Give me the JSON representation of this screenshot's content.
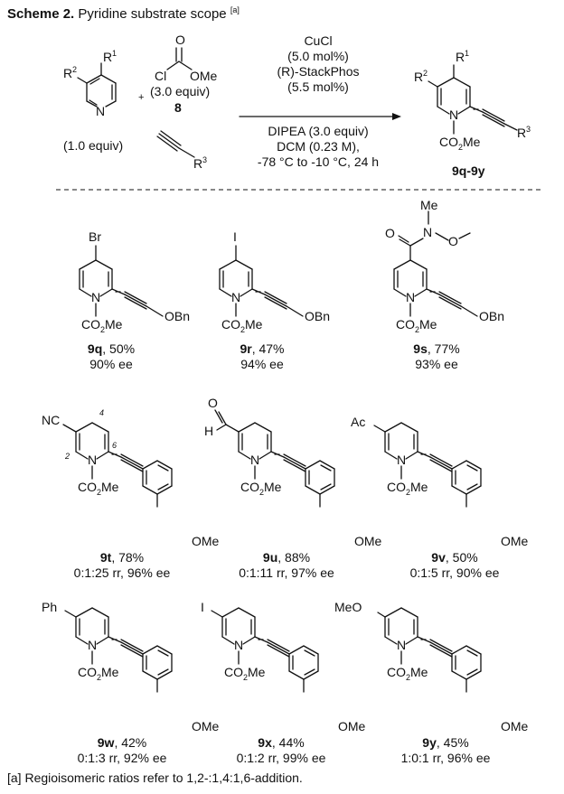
{
  "scheme": {
    "label": "Scheme 2.",
    "title": "Pyridine substrate scope",
    "note_mark": "[a]"
  },
  "reaction": {
    "pyridine_equiv": "(1.0 equiv)",
    "chloroformate_equiv": "(3.0 equiv)",
    "chloroformate_number": "8",
    "plus": "+",
    "conditions": [
      "CuCl",
      "(5.0 mol%)",
      "(R)-StackPhos",
      "(5.5 mol%)",
      "DIPEA (3.0 equiv)",
      "DCM (0.23 M),",
      "-78 °C to -10 °C, 24 h"
    ],
    "product_range": "9q-9y"
  },
  "labels": {
    "R1": "R",
    "R2": "R",
    "R3": "R",
    "sup1": "1",
    "sup2": "2",
    "sup3": "3",
    "N": "N",
    "O": "O",
    "Cl": "Cl",
    "Me": "Me",
    "OMe": "OMe",
    "OBn": "OBn",
    "CO2Me_pre": "CO",
    "CO2Me_sub": "2",
    "CO2Me_post": "Me",
    "H": "H",
    "Br": "Br",
    "I": "I",
    "NC": "NC",
    "Ac": "Ac",
    "Ph": "Ph",
    "MeO": "MeO",
    "pos2": "2",
    "pos4": "4",
    "pos6": "6"
  },
  "products": [
    {
      "id": "9q",
      "yield": ", 50%",
      "selectivity": "90% ee"
    },
    {
      "id": "9r",
      "yield": ", 47%",
      "selectivity": "94% ee"
    },
    {
      "id": "9s",
      "yield": ", 77%",
      "selectivity": "93% ee"
    },
    {
      "id": "9t",
      "yield": ", 78%",
      "selectivity": "0:1:25 rr, 96% ee"
    },
    {
      "id": "9u",
      "yield": ", 88%",
      "selectivity": "0:1:11 rr, 97% ee"
    },
    {
      "id": "9v",
      "yield": ", 50%",
      "selectivity": "0:1:5 rr, 90% ee"
    },
    {
      "id": "9w",
      "yield": ", 42%",
      "selectivity": "0:1:3 rr, 92% ee"
    },
    {
      "id": "9x",
      "yield": ", 44%",
      "selectivity": "0:1:2 rr, 99% ee"
    },
    {
      "id": "9y",
      "yield": ", 45%",
      "selectivity": "1:0:1 rr, 96% ee"
    }
  ],
  "footnote": "[a] Regioisomeric ratios refer to 1,2-:1,4:1,6-addition."
}
